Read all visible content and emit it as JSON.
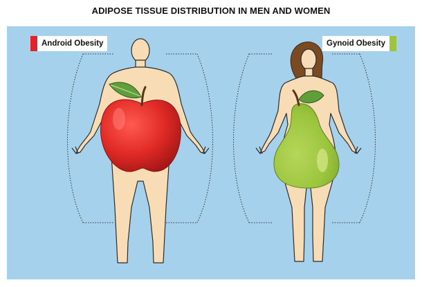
{
  "title": "ADIPOSE TISSUE DISTRIBUTION IN MEN AND WOMEN",
  "labels": {
    "left": {
      "text": "Android Obesity",
      "color": "#e2242a"
    },
    "right": {
      "text": "Gynoid Obesity",
      "color": "#9dc43a"
    }
  },
  "colors": {
    "background": "#a6d1ec",
    "skin": "#f8dcb5",
    "outline": "#2b2b2b",
    "hair": "#7a4a22",
    "apple": "#e02a25",
    "pear": "#9bc53d",
    "leaf": "#5e9f3a"
  },
  "icons": {
    "male": "male-body-figure",
    "female": "female-body-figure",
    "apple": "apple-shape",
    "pear": "pear-shape"
  }
}
